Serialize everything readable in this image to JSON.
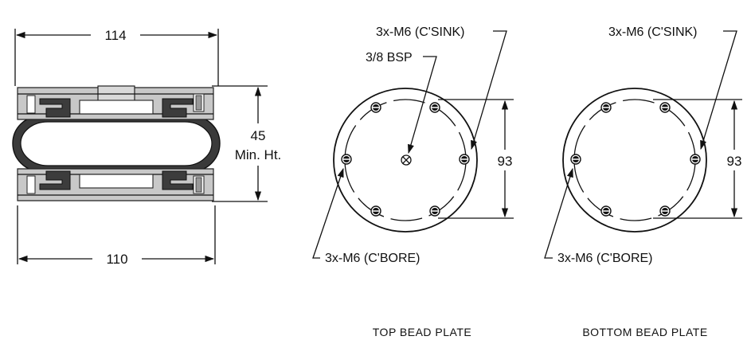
{
  "side_view": {
    "top_width": "114",
    "bottom_width": "110",
    "height_value": "45",
    "height_label": "Min. Ht."
  },
  "top_plate": {
    "caption": "TOP BEAD PLATE",
    "csink_note": "3x-M6 (C'SINK)",
    "port_note": "3/8 BSP",
    "cbore_note": "3x-M6 (C'BORE)",
    "pcd": "93"
  },
  "bottom_plate": {
    "caption": "BOTTOM BEAD PLATE",
    "csink_note": "3x-M6 (C'SINK)",
    "cbore_note": "3x-M6 (C'BORE)",
    "pcd": "93"
  }
}
